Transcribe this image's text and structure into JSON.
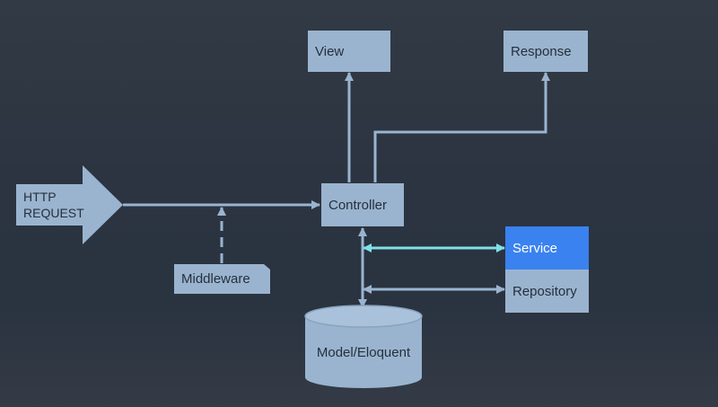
{
  "nodes": {
    "view": "View",
    "response": "Response",
    "controller": "Controller",
    "service": "Service",
    "repository": "Repository",
    "middleware": "Middleware",
    "model": "Model/Eloquent",
    "http_request": [
      "HTTP",
      "REQUEST"
    ]
  },
  "colors": {
    "background": "#2b3440",
    "box_fill": "#9ab4cf",
    "box_text": "#25303c",
    "service_highlight": "#3a82f0",
    "highlight_arrow": "#7fe0e8"
  }
}
